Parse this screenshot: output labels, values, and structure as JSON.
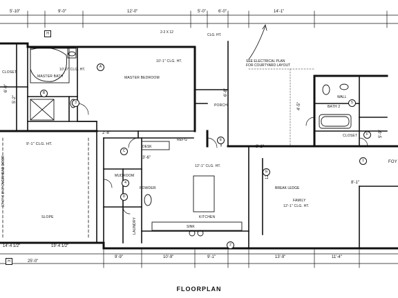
{
  "caption": "FLOORPLAN",
  "rooms": {
    "closet_left": "CLOSET",
    "master_bath": "MASTER BATH",
    "master_bath_ceiling": "10'-0\" CLG. HT.",
    "master_bedroom": "MASTER BEDROOM",
    "master_bedroom_ceiling": "10'-1\" CLG. HT.",
    "porch": "PORCH",
    "bath2": "BATH 2",
    "closet_right": "CLOSET",
    "foyer_partial": "FOY",
    "mudroom": "MUDROOM",
    "powder": "POWDER",
    "kitchen": "KITCHEN",
    "kitchen_ceiling": "12'-1\" CLG. HT.",
    "family": "FAMILY",
    "family_ceiling": "12'-1\" CLG. HT.",
    "garage_ceiling": "9'-1\" CLG. HT.",
    "garage_floor": "SLOPE",
    "laundry": "LAUNDRY"
  },
  "notes": {
    "electrical": "SEE ELECTRICAL PLAN\nFOR COURTYARD LAYOUT",
    "beam": "2-2 X 12",
    "ceiling_note": "CLG. HT.",
    "sink": "SINK",
    "desk": "DESK",
    "wall": "WALL",
    "garage_door": "17'-0\" X 8'-0\" OVERHEAD DOOR",
    "refrig": "REF'G",
    "breakfast": "BREAK LEDGE"
  },
  "dimensions_top": [
    "5'-10\"",
    "9'-0\"",
    "12'-0\"",
    "5'-0\"",
    "6'-0\"",
    "14'-1\""
  ],
  "dimensions_bottom": [
    "25'-0\"",
    "19'-4 1/2\"",
    "9'-9\"",
    "10'-9\"",
    "9'-1\"",
    "13'-9\"",
    "11'-4\""
  ],
  "dimensions_misc": [
    "14'-4 1/2\"",
    "6'-0\"",
    "5'-2\"",
    "8'-1\"",
    "3'-6\"",
    "2'-8\"",
    "6'-8\"",
    "4'-5\"",
    "12'-1\"",
    "8'-1\"",
    "5'-9\""
  ],
  "section_tag": "H",
  "tags": [
    "A",
    "B",
    "C",
    "D",
    "E",
    "F",
    "G",
    "1",
    "2",
    "3",
    "4",
    "5"
  ]
}
